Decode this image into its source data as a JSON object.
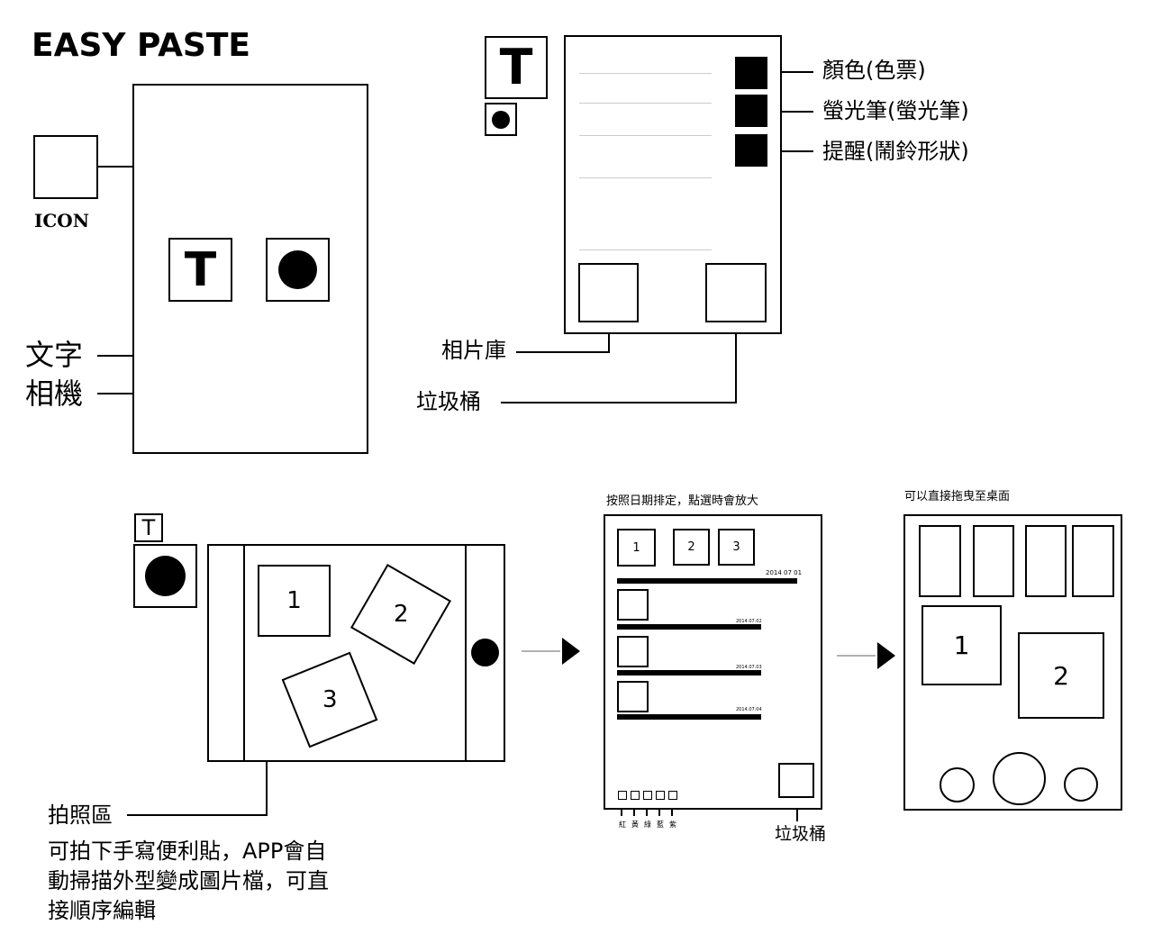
{
  "title": "EASY PASTE",
  "icon_label": "ICON",
  "text_button_glyph": "T",
  "panel1": {
    "label_text": "文字",
    "label_camera": "相機"
  },
  "panel2": {
    "color_label": "顏色(色票)",
    "highlighter_label": "螢光筆(螢光筆)",
    "reminder_label": "提醒(鬧鈴形狀)",
    "gallery_label": "相片庫",
    "trash_label": "垃圾桶"
  },
  "panel3": {
    "photo_area_label": "拍照區",
    "description_lines": [
      "可拍下手寫便利貼，APP會自",
      "動掃描外型變成圖片檔，可直",
      "接順序編輯"
    ],
    "notes": [
      "1",
      "2",
      "3"
    ]
  },
  "panel4": {
    "caption": "按照日期排定，點選時會放大",
    "thumbs": [
      "1",
      "2",
      "3"
    ],
    "dates": [
      "2014 07 01",
      "2014.07.02",
      "2014.07.03",
      "2014.07.04"
    ],
    "color_tabs": [
      "紅",
      "黃",
      "綠",
      "藍",
      "紫"
    ],
    "trash_label": "垃圾桶"
  },
  "panel5": {
    "caption": "可以直接拖曳至桌面",
    "notes": [
      "1",
      "2"
    ]
  }
}
